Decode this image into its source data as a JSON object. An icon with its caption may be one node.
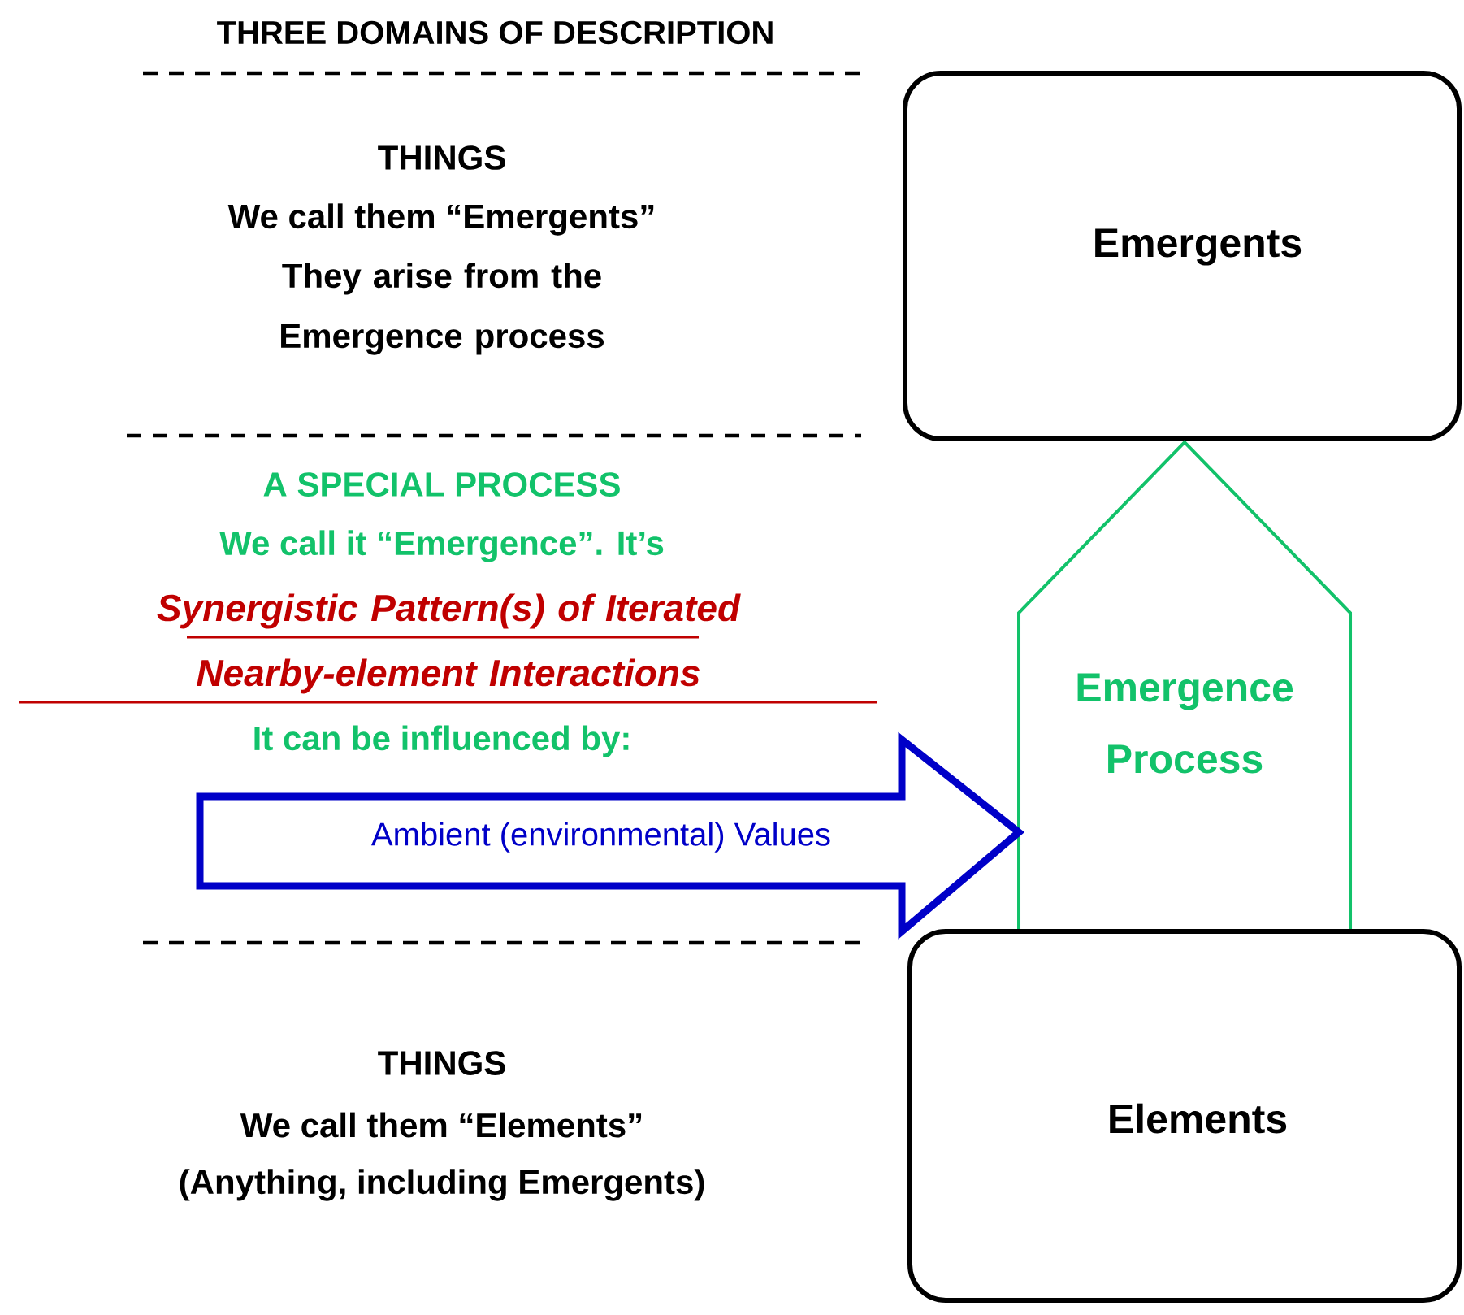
{
  "diagram": {
    "title": "THREE DOMAINS OF DESCRIPTION",
    "nodes": [
      {
        "text": [
          "Emergents"
        ]
      },
      {
        "text": [
          "Emergence Process"
        ]
      },
      {
        "text": [
          "Elements"
        ]
      },
      {
        "text": [
          "Ambient (environmental) Values"
        ]
      }
    ],
    "labels": [
      "THINGS",
      "We call them “Emergents”",
      "They arise from the Emergence process",
      "A SPECIAL PROCESS",
      "We call it “Emergence”. It’s",
      "Synergistic Pattern(s) of Iterated Nearby-element Interactions",
      "It can be influenced by:",
      "THINGS",
      "We call them “Elements”",
      "(Anything, including Emergents)"
    ]
  }
}
